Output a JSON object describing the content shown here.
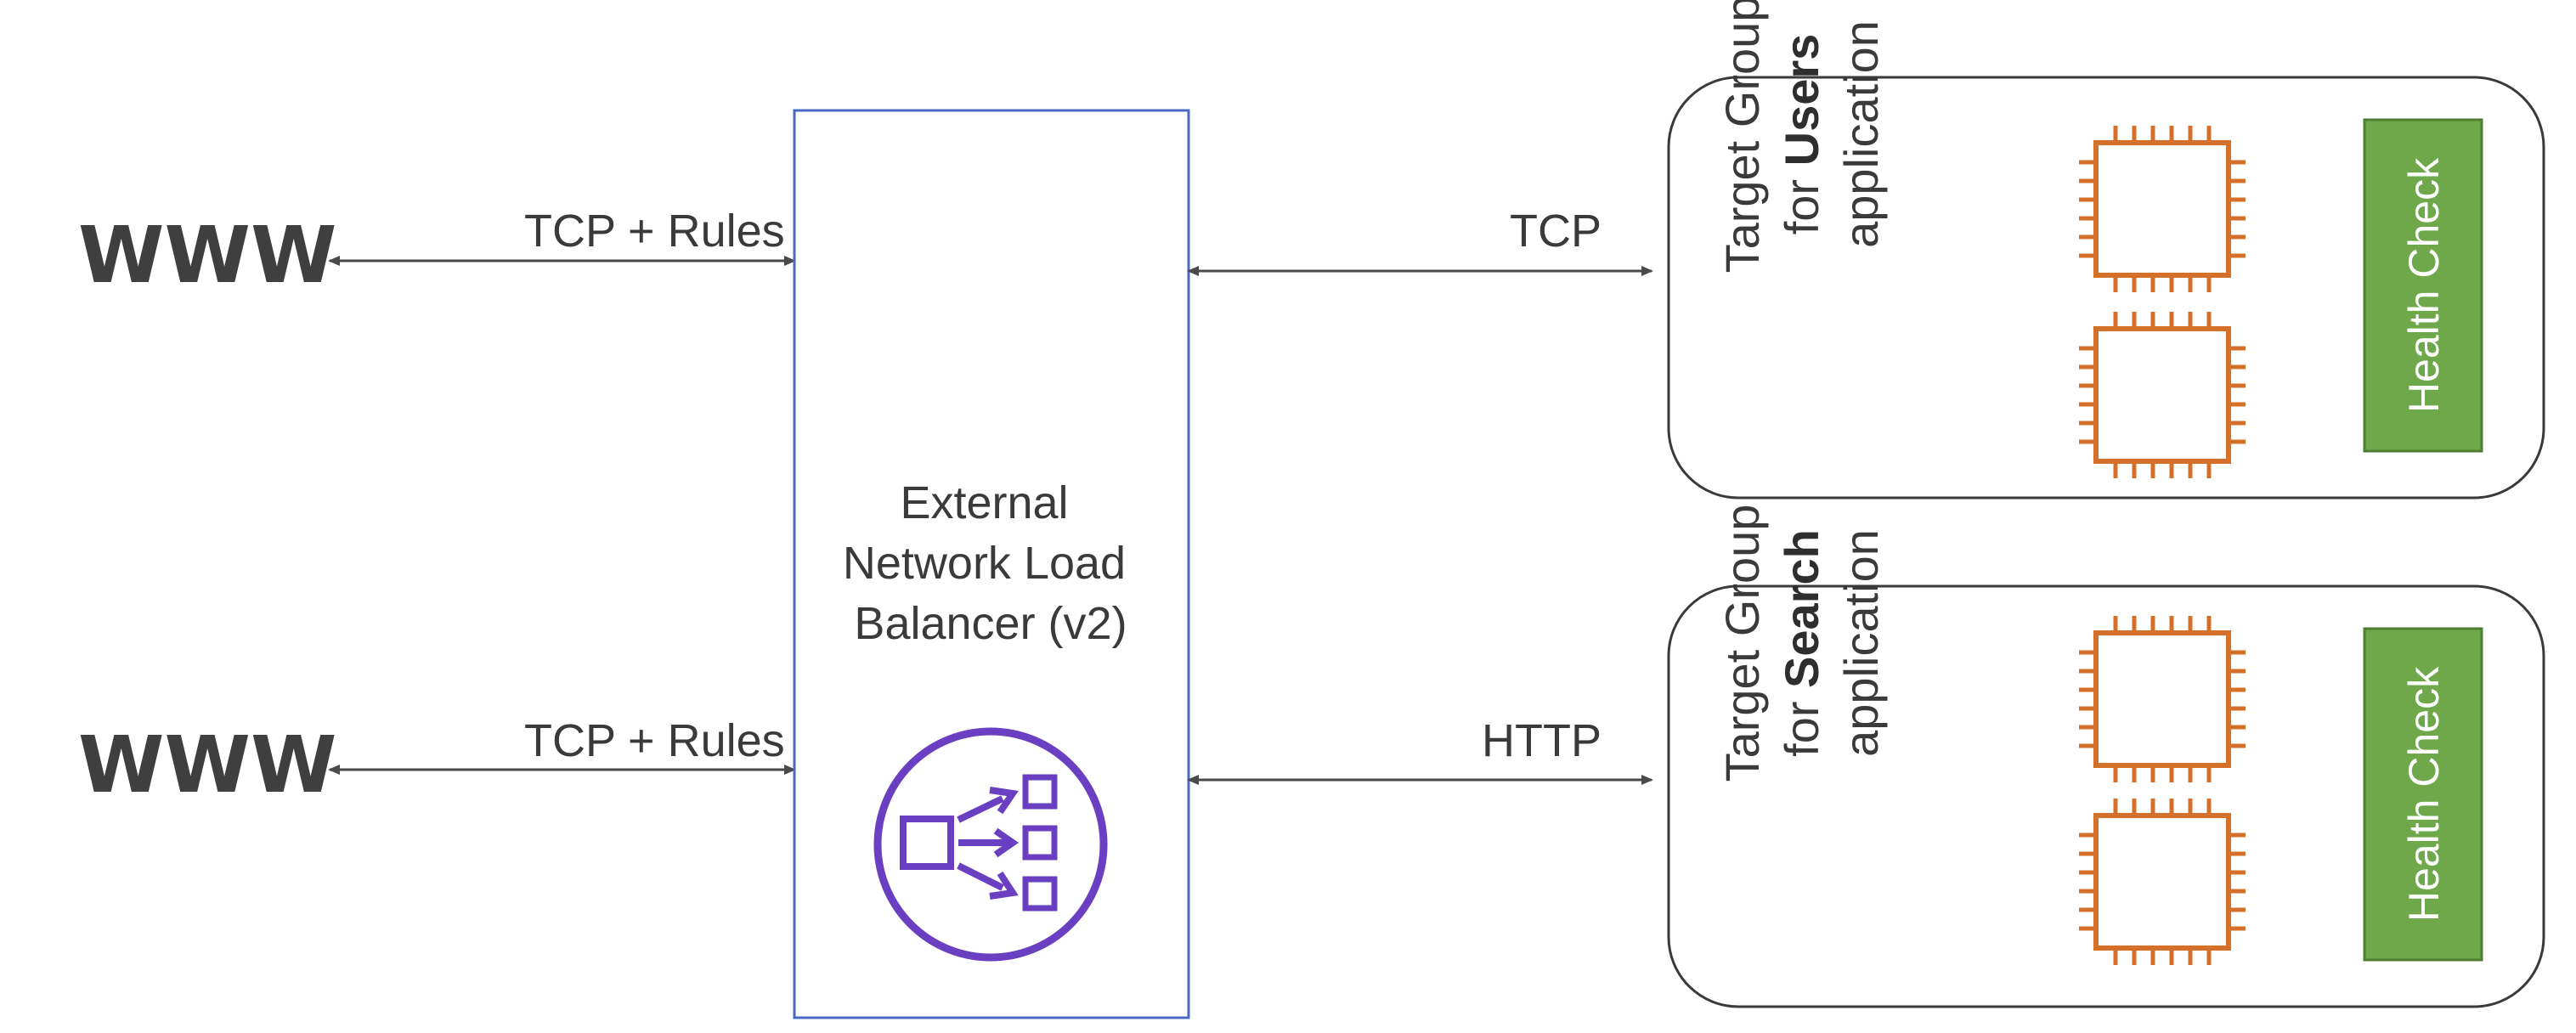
{
  "clients": [
    {
      "label": "WWW",
      "link_label": "TCP + Rules"
    },
    {
      "label": "WWW",
      "link_label": "TCP + Rules"
    }
  ],
  "load_balancer": {
    "title_lines": [
      "External",
      "Network Load",
      "Balancer (v2)"
    ],
    "icon": "network-load-balancer-icon",
    "border_color": "#4a69c6",
    "icon_color": "#6a3fc1"
  },
  "target_groups": [
    {
      "link_label": "TCP",
      "title_line1": "Target Group",
      "title_line2_prefix": "for ",
      "title_line2_bold": "Users",
      "title_line3": "application",
      "health_check": "Health Check",
      "instances": 2
    },
    {
      "link_label": "HTTP",
      "title_line1": "Target Group",
      "title_line2_prefix": "for ",
      "title_line2_bold": "Search",
      "title_line3": "application",
      "health_check": "Health Check",
      "instances": 2
    }
  ],
  "colors": {
    "health_check_fill": "#6fa84a",
    "instance_stroke": "#d4702a",
    "arrow": "#4a4a4a",
    "group_border": "#3a3a3a"
  }
}
